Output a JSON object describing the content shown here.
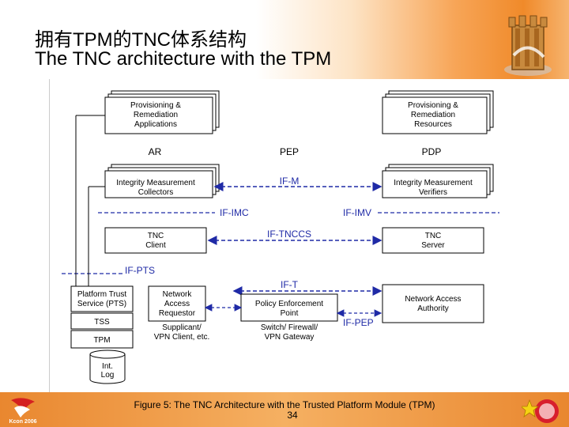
{
  "title": {
    "line1": "拥有TPM的TNC体系结构",
    "line2": "The TNC architecture with the TPM"
  },
  "diagram": {
    "columns": {
      "ar": "AR",
      "pep": "PEP",
      "pdp": "PDP"
    },
    "boxes": {
      "prov_apps": [
        "Provisioning &",
        "Remediation",
        "Applications"
      ],
      "prov_res": [
        "Provisioning &",
        "Remediation",
        "Resources"
      ],
      "imc": [
        "Integrity Measurement",
        "Collectors"
      ],
      "imv": [
        "Integrity Measurement",
        "Verifiers"
      ],
      "tnc_client": [
        "TNC",
        "Client"
      ],
      "tnc_server": [
        "TNC",
        "Server"
      ],
      "pts": [
        "Platform Trust",
        "Service (PTS)"
      ],
      "tss": "TSS",
      "tpm": "TPM",
      "log": [
        "Int.",
        "Log"
      ],
      "nar": [
        "Network",
        "Access",
        "Requestor"
      ],
      "pep_box": [
        "Policy Enforcement",
        "Point"
      ],
      "naa": [
        "Network Access",
        "Authority"
      ]
    },
    "interfaces": {
      "if_m": "IF-M",
      "if_imc": "IF-IMC",
      "if_imv": "IF-IMV",
      "if_tnccs": "IF-TNCCS",
      "if_pts": "IF-PTS",
      "if_t": "IF-T",
      "if_pep": "IF-PEP"
    },
    "sublabels": {
      "supplicant": [
        "Supplicant/",
        "VPN Client, etc."
      ],
      "switch": [
        "Switch/ Firewall/",
        "VPN Gateway"
      ]
    }
  },
  "footer": {
    "caption": "Figure 5: The TNC Architecture with the Trusted Platform Module (TPM)",
    "page": "34",
    "logo_text": "Kcon 2006"
  },
  "colors": {
    "interface_label": "#1f2aa6",
    "footer": "#f1a24b"
  }
}
